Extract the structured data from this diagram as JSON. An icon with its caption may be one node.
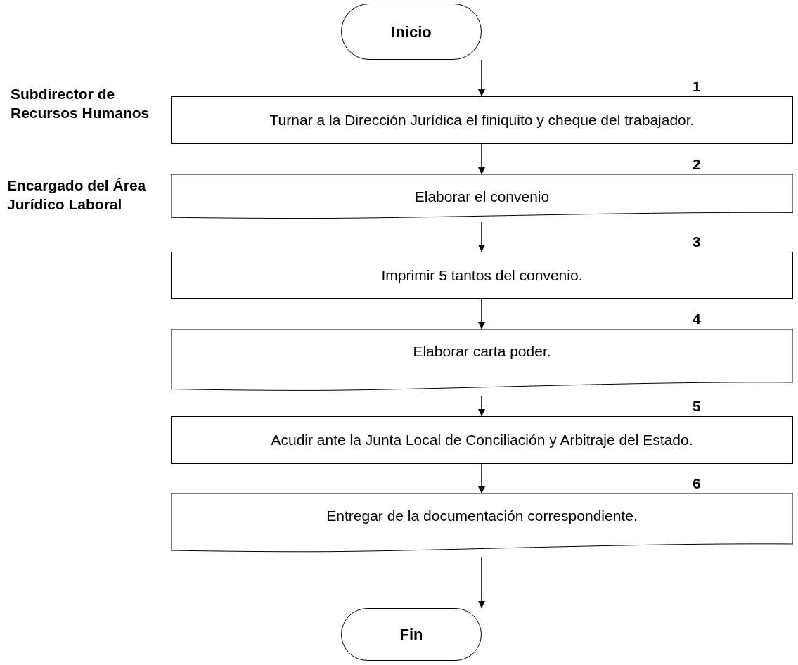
{
  "diagram": {
    "nodes": [
      {
        "text": [
          "Inicio"
        ]
      },
      {
        "text": [
          "Turnar a la Dirección Jurídica el finiquito y cheque del trabajador."
        ],
        "beside": [
          "1"
        ]
      },
      {
        "text": [
          "Elaborar el convenio"
        ],
        "beside": [
          "2"
        ]
      },
      {
        "text": [
          "Imprimir 5 tantos del convenio."
        ],
        "beside": [
          "3"
        ]
      },
      {
        "text": [
          "Elaborar carta poder."
        ],
        "beside": [
          "4"
        ]
      },
      {
        "text": [
          "Acudir ante la Junta Local de Conciliación y Arbitraje del Estado."
        ],
        "beside": [
          "5"
        ]
      },
      {
        "text": [
          "Entregar de la documentación correspondiente."
        ],
        "beside": [
          "6"
        ]
      },
      {
        "text": [
          "Fin"
        ]
      }
    ],
    "edges": [
      {
        "from": 0,
        "to": 1,
        "arrow": "to"
      },
      {
        "from": 1,
        "to": 2,
        "arrow": "to"
      },
      {
        "from": 2,
        "to": 3,
        "arrow": "to"
      },
      {
        "from": 3,
        "to": 4,
        "arrow": "to"
      },
      {
        "from": 4,
        "to": 5,
        "arrow": "to"
      },
      {
        "from": 5,
        "to": 6,
        "arrow": "to"
      },
      {
        "from": 6,
        "to": 7,
        "arrow": "to"
      }
    ],
    "labels": [
      "Subdirector de Recursos Humanos",
      "Encargado del Área Jurídico Laboral"
    ]
  }
}
